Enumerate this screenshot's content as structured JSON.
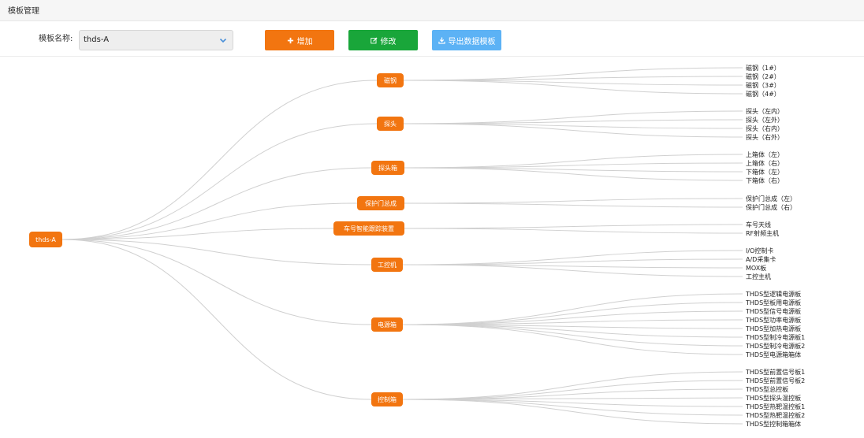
{
  "header": {
    "title": "模板管理"
  },
  "toolbar": {
    "template_label": "模板名称:",
    "template_value": "thds-A",
    "add_label": "增加",
    "edit_label": "修改",
    "export_label": "导出数据模板"
  },
  "tree": {
    "root": "thds-A",
    "branches": [
      {
        "label": "磁钢",
        "children": [
          "磁钢（1#）",
          "磁钢（2#）",
          "磁钢（3#）",
          "磁钢（4#）"
        ]
      },
      {
        "label": "探头",
        "children": [
          "探头（左内）",
          "探头（左外）",
          "探头（右内）",
          "探头（右外）"
        ]
      },
      {
        "label": "探头箱",
        "children": [
          "上箱体（左）",
          "上箱体（右）",
          "下箱体（左）",
          "下箱体（右）"
        ]
      },
      {
        "label": "保护门总成",
        "children": [
          "保护门总成（左）",
          "保护门总成（右）"
        ]
      },
      {
        "label": "车号智能跟踪装置",
        "children": [
          "车号天线",
          "RF射频主机"
        ]
      },
      {
        "label": "工控机",
        "children": [
          "I/O控制卡",
          "A/D采集卡",
          "MOX板",
          "工控主机"
        ]
      },
      {
        "label": "电源箱",
        "children": [
          "THDS型逻辑电源板",
          "THDS型板用电源板",
          "THDS型信号电源板",
          "THDS型功率电源板",
          "THDS型加热电源板",
          "THDS型制冷电源板1",
          "THDS型制冷电源板2",
          "THDS型电源箱箱体"
        ]
      },
      {
        "label": "控制箱",
        "children": [
          "THDS型前置信号板1",
          "THDS型前置信号板2",
          "THDS型总控板",
          "THDS型探头温控板",
          "THDS型热靶温控板1",
          "THDS型热靶温控板2",
          "THDS型控制箱箱体"
        ]
      }
    ]
  },
  "colors": {
    "node": "#f27510",
    "add_button": "#f27510",
    "edit_button": "#19a63a",
    "export_button": "#5cb2f5",
    "link": "#d0d0d0"
  },
  "icons": {
    "add": "plus-icon",
    "edit": "edit-icon",
    "export": "download-icon",
    "dropdown": "chevron-down-icon"
  }
}
